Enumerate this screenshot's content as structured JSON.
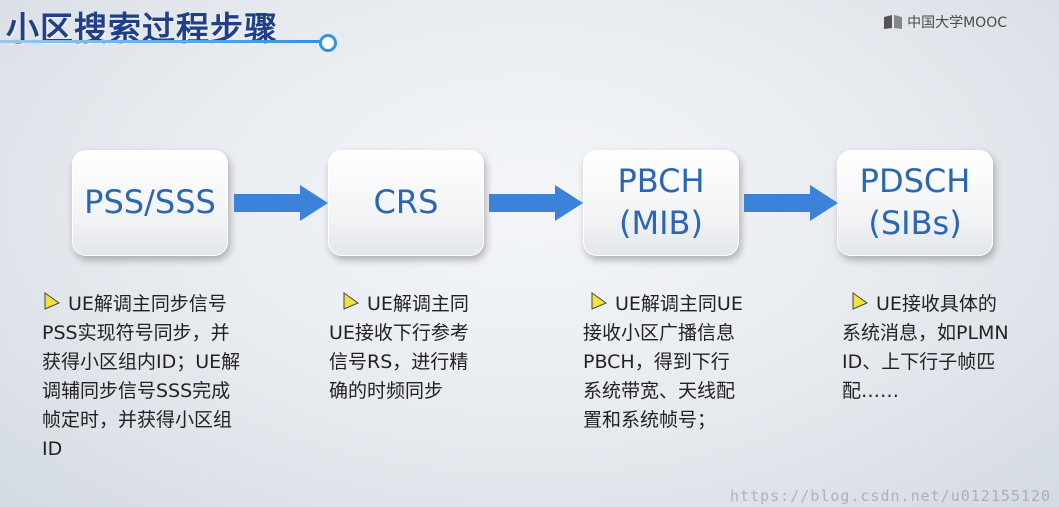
{
  "title": "小区搜索过程步骤",
  "logo": "中国大学MOOC",
  "steps": [
    {
      "line1": "PSS/SSS",
      "line2": "",
      "desc": [
        "UE解调主同步信号",
        "PSS实现符号同步，并",
        "获得小区组内ID；UE解",
        "调辅同步信号SSS完成",
        "帧定时，并获得小区组",
        "ID"
      ]
    },
    {
      "line1": "CRS",
      "line2": "",
      "desc": [
        "UE解调主同",
        "UE接收下行参考",
        "信号RS，进行精",
        "确的时频同步"
      ]
    },
    {
      "line1": "PBCH",
      "line2": "(MIB)",
      "desc": [
        "UE解调主同UE",
        "接收小区广播信息",
        "PBCH，得到下行",
        "系统带宽、天线配",
        "置和系统帧号；"
      ]
    },
    {
      "line1": "PDSCH",
      "line2": "(SIBs)",
      "desc": [
        "UE接收具体的",
        "系统消息，如PLMN",
        "ID、上下行子帧匹",
        "配……"
      ]
    }
  ],
  "watermark": "https://blog.csdn.net/u012155120",
  "colors": {
    "title": "#1f3f86",
    "box_text": "#2b66b4",
    "arrow": "#3c82d8",
    "accent": "#2e95e5"
  }
}
